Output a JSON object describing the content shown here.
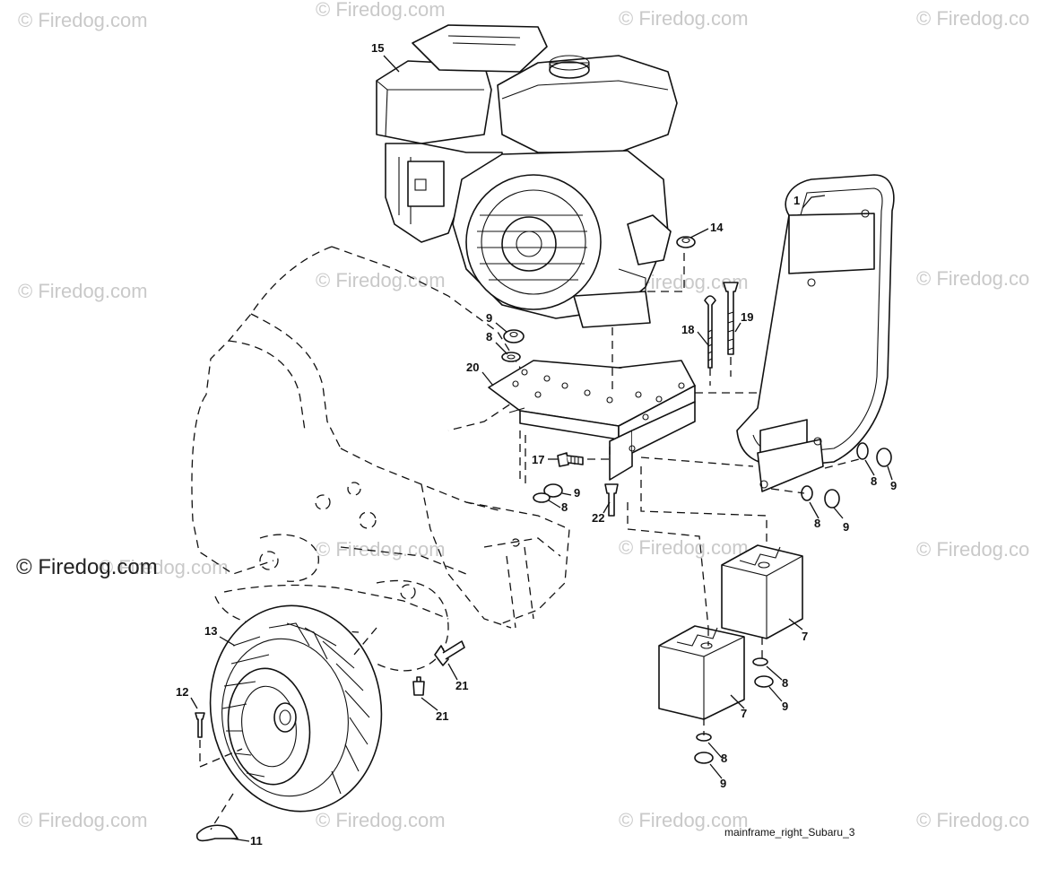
{
  "diagram": {
    "caption": "mainframe_right_Subaru_3",
    "watermarks": [
      "© Firedog.com",
      "© Firedog.com",
      "© Firedog.com",
      "© Firedog.co",
      "© Firedog.com",
      "© Firedog.com",
      "© Firedog.com",
      "© Firedog.co",
      "© Firedog.com",
      "© Firedog.com",
      "© Firedog.com",
      "© Firedog.co",
      "© Firedog.com",
      "© Firedog.com",
      "© Firedog.com",
      "© Firedog.co"
    ],
    "primary_watermark": "© Firedog.com",
    "callouts": {
      "c1": "1",
      "c7a": "7",
      "c7b": "7",
      "c8a": "8",
      "c8b": "8",
      "c8c": "8",
      "c8d": "8",
      "c8e": "8",
      "c8f": "8",
      "c9a": "9",
      "c9b": "9",
      "c9c": "9",
      "c9d": "9",
      "c9e": "9",
      "c9f": "9",
      "c11": "11",
      "c12": "12",
      "c13": "13",
      "c14": "14",
      "c15": "15",
      "c17": "17",
      "c18": "18",
      "c19": "19",
      "c20": "20",
      "c21a": "21",
      "c21b": "21",
      "c22": "22"
    }
  }
}
